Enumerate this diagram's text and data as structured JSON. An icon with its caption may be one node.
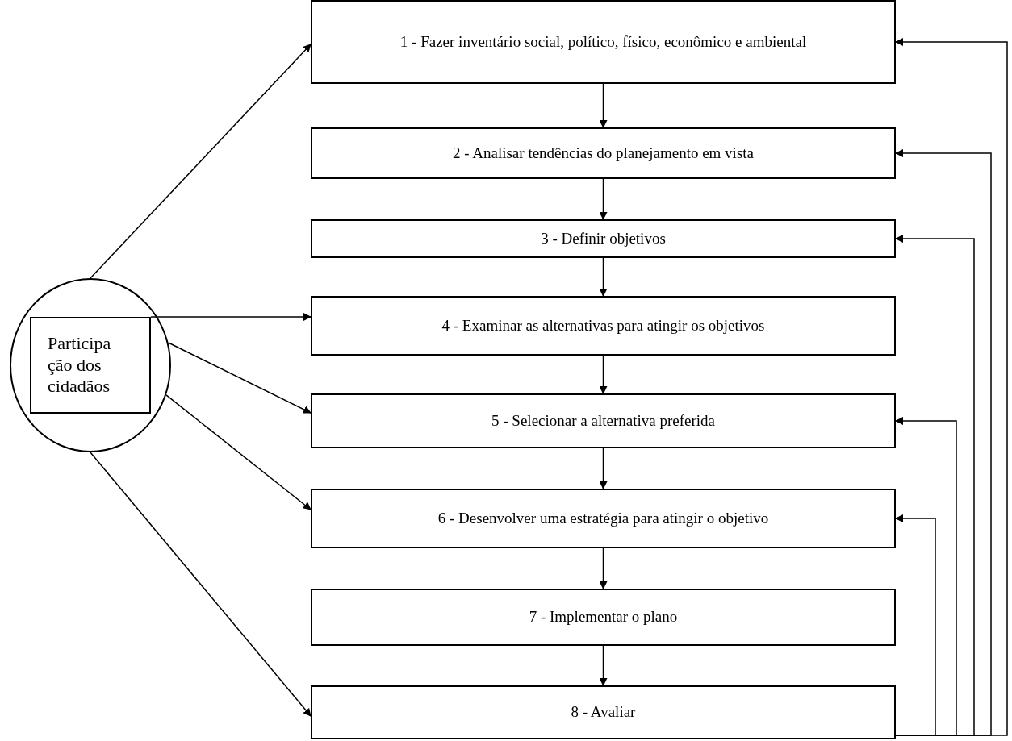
{
  "diagram": {
    "nodes": [
      {
        "text": [],
        "shape": "circle"
      },
      {
        "text": [
          "Participa ção dos cidadãos"
        ],
        "in": 0
      },
      {
        "text": [
          "1 - Fazer inventário social, político, físico, econômico e ambiental"
        ]
      },
      {
        "text": [
          "2 - Analisar tendências do planejamento em vista"
        ]
      },
      {
        "text": [
          "3 - Definir objetivos"
        ]
      },
      {
        "text": [
          "4 - Examinar as alternativas para atingir os objetivos"
        ]
      },
      {
        "text": [
          "5 - Selecionar a alternativa preferida"
        ]
      },
      {
        "text": [
          "6 - Desenvolver uma estratégia para atingir o objetivo"
        ]
      },
      {
        "text": [
          "7 - Implementar o plano"
        ]
      },
      {
        "text": [
          "8 - Avaliar"
        ]
      }
    ],
    "edges": [
      {
        "from": 2,
        "to": 3,
        "arrow": "to"
      },
      {
        "from": 3,
        "to": 4,
        "arrow": "to"
      },
      {
        "from": 4,
        "to": 5,
        "arrow": "to"
      },
      {
        "from": 5,
        "to": 6,
        "arrow": "to"
      },
      {
        "from": 6,
        "to": 7,
        "arrow": "to"
      },
      {
        "from": 7,
        "to": 8,
        "arrow": "to"
      },
      {
        "from": 8,
        "to": 9,
        "arrow": "to"
      },
      {
        "from": 0,
        "to": 2,
        "arrow": "to"
      },
      {
        "from": 1,
        "to": 5,
        "arrow": "to"
      },
      {
        "from": 0,
        "to": 6,
        "arrow": "to"
      },
      {
        "from": 0,
        "to": 7,
        "arrow": "to"
      },
      {
        "from": 0,
        "to": 9,
        "arrow": "to"
      },
      {
        "from": 9,
        "to": 2,
        "arrow": "to"
      },
      {
        "from": 9,
        "to": 3,
        "arrow": "to"
      },
      {
        "from": 9,
        "to": 4,
        "arrow": "to"
      },
      {
        "from": 9,
        "to": 6,
        "arrow": "to"
      },
      {
        "from": 9,
        "to": 7,
        "arrow": "to"
      }
    ]
  }
}
